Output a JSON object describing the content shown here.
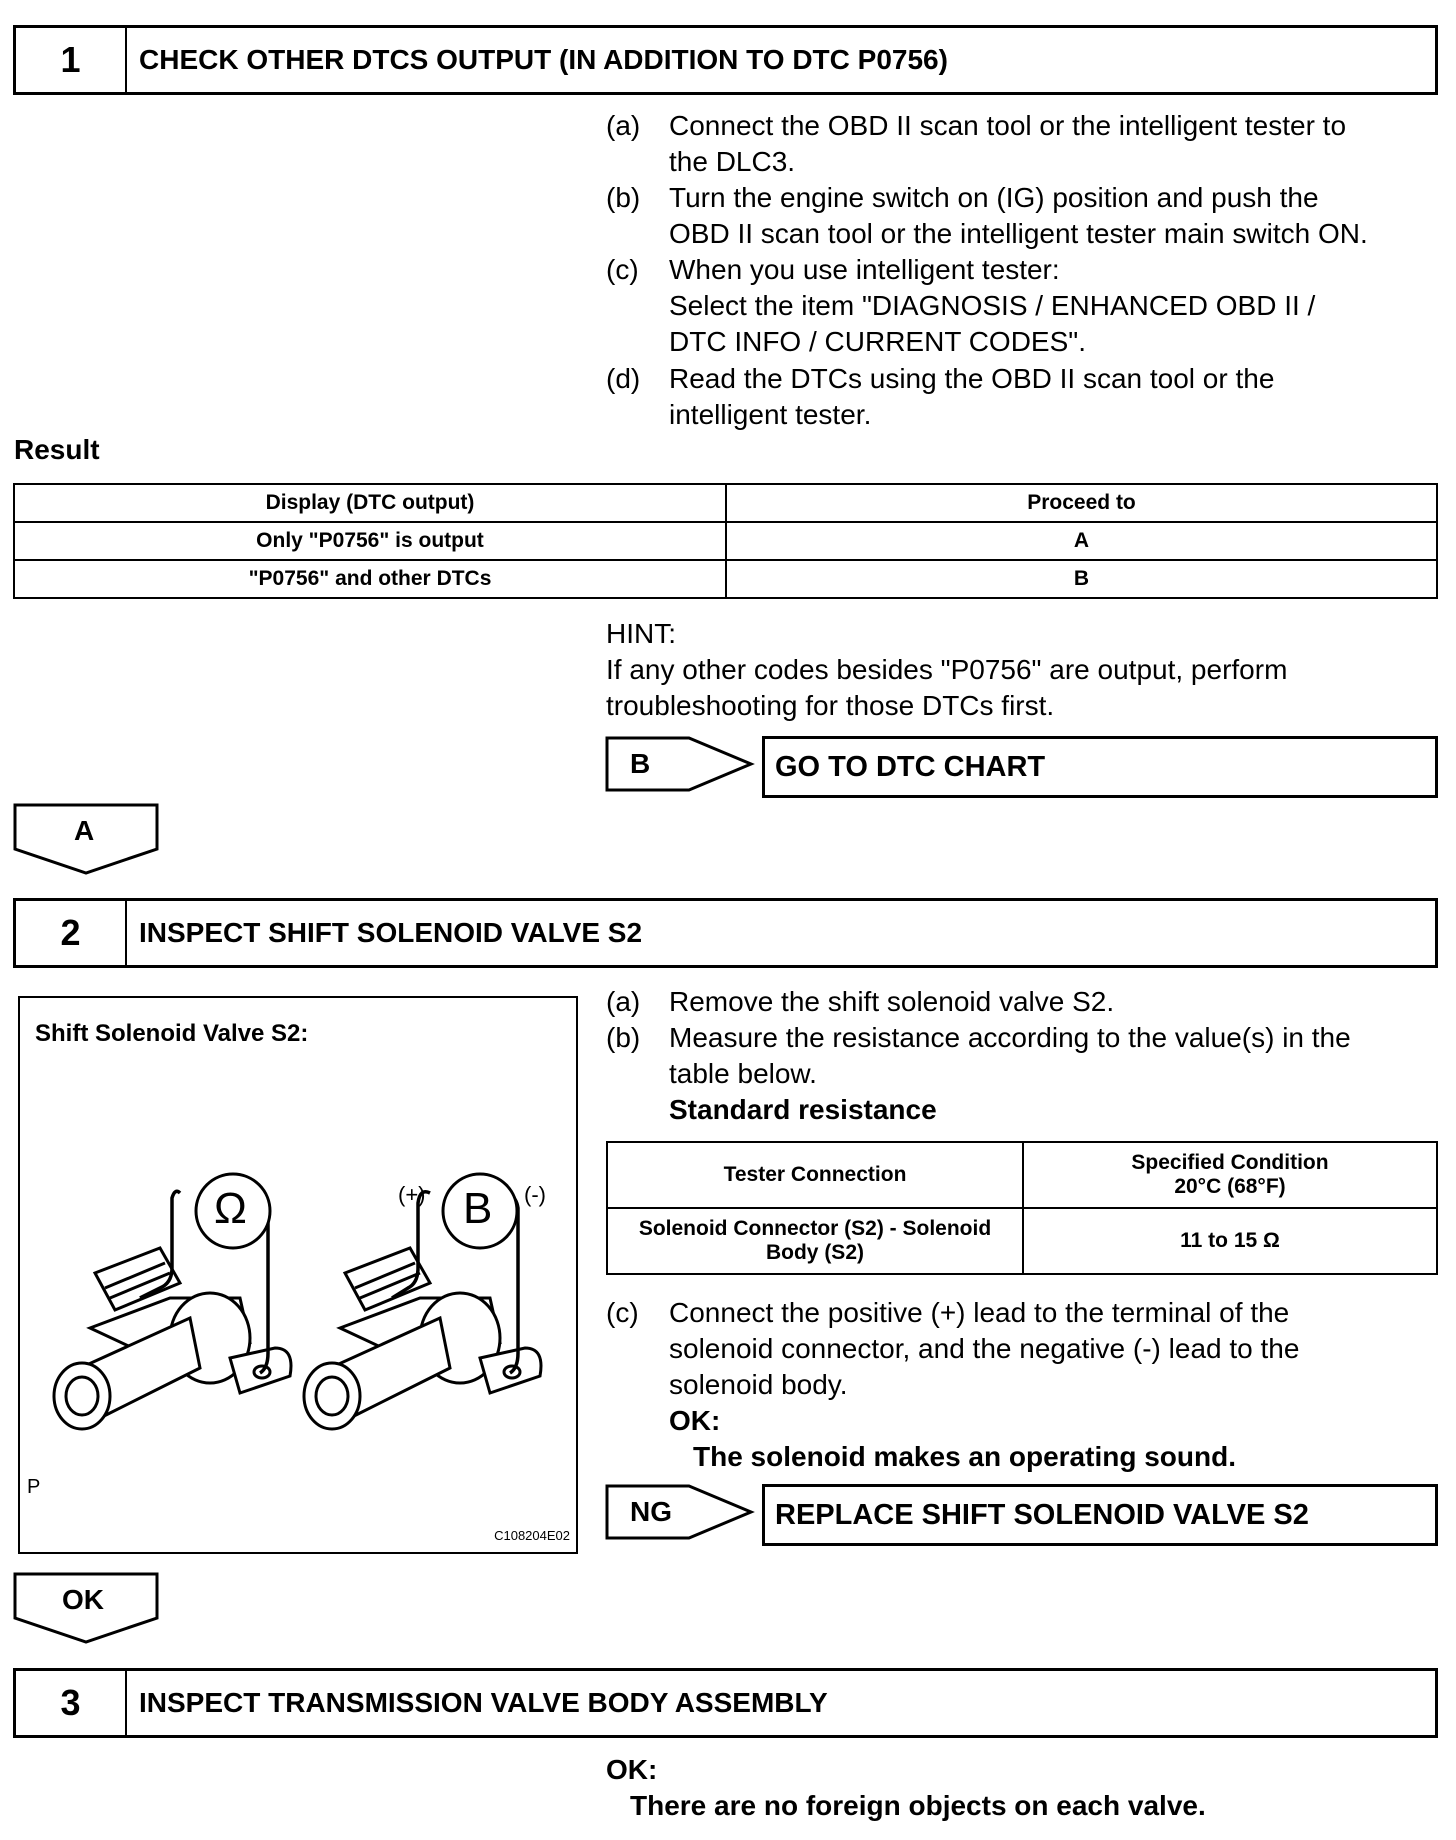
{
  "step1": {
    "number": "1",
    "title": "CHECK OTHER DTCS OUTPUT (IN ADDITION TO DTC P0756)",
    "items": [
      {
        "label": "(a)",
        "lines": [
          "Connect the OBD II scan tool or the intelligent tester to",
          "the DLC3."
        ]
      },
      {
        "label": "(b)",
        "lines": [
          "Turn the engine switch on (IG) position and push the",
          "OBD II scan tool or the intelligent tester main switch ON."
        ]
      },
      {
        "label": "(c)",
        "lines": [
          "When you use intelligent tester:",
          "Select the item \"DIAGNOSIS / ENHANCED OBD II /",
          "DTC INFO / CURRENT CODES\"."
        ]
      },
      {
        "label": "(d)",
        "lines": [
          "Read the DTCs using the OBD II scan tool or the",
          "intelligent tester."
        ]
      }
    ],
    "result_heading": "Result",
    "result_table": {
      "headers": [
        "Display (DTC output)",
        "Proceed to"
      ],
      "rows": [
        [
          "Only \"P0756\" is output",
          "A"
        ],
        [
          "\"P0756\" and other DTCs",
          "B"
        ]
      ]
    },
    "hint_label": "HINT:",
    "hint_lines": [
      "If any other codes besides \"P0756\" are output, perform",
      "troubleshooting for those DTCs first."
    ],
    "branch_label": "B",
    "branch_action": "GO TO DTC CHART",
    "next_label": "A"
  },
  "step2": {
    "number": "2",
    "title": "INSPECT SHIFT SOLENOID VALVE S2",
    "figure": {
      "caption": "Shift Solenoid Valve S2:",
      "ohm_symbol": "Ω",
      "battery_symbol": "B",
      "plus_sign": "(+)",
      "minus_sign": "(-)",
      "corner_mark": "P",
      "figure_code": "C108204E02"
    },
    "items": [
      {
        "label": "(a)",
        "lines": [
          "Remove the shift solenoid valve S2."
        ]
      },
      {
        "label": "(b)",
        "lines": [
          "Measure the resistance according to the value(s) in the",
          "table below."
        ]
      }
    ],
    "standard_heading": "Standard resistance",
    "spec_table": {
      "header_col1": "Tester Connection",
      "header_col2_line1": "Specified Condition",
      "header_col2_line2": "20°C (68°F)",
      "row_col1_line1": "Solenoid Connector (S2) - Solenoid",
      "row_col1_line2": "Body (S2)",
      "row_col2": "11 to 15 Ω"
    },
    "item_c": {
      "label": "(c)",
      "lines": [
        "Connect the positive (+) lead to the terminal of the",
        "solenoid connector, and the negative (-) lead to the",
        "solenoid body."
      ]
    },
    "ok_label": "OK:",
    "ok_text": "The solenoid makes an operating sound.",
    "branch_label": "NG",
    "branch_action": "REPLACE SHIFT SOLENOID VALVE S2",
    "next_label": "OK"
  },
  "step3": {
    "number": "3",
    "title": "INSPECT TRANSMISSION VALVE BODY ASSEMBLY",
    "ok_label": "OK:",
    "ok_text": "There are no foreign objects on each valve."
  }
}
